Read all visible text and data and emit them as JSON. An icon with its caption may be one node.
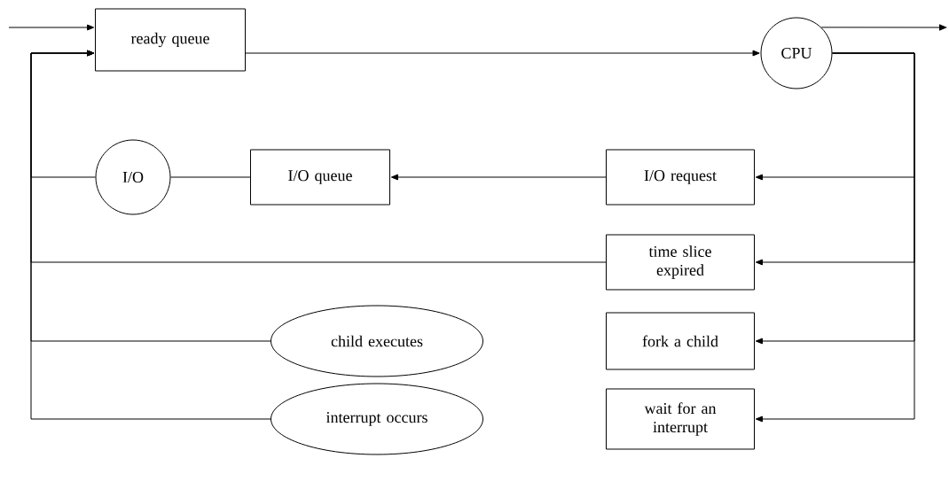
{
  "diagram": {
    "nodes": [
      {
        "text": [
          "ready  queue"
        ]
      },
      {
        "text": [
          "CPU"
        ]
      },
      {
        "text": [
          "I/O"
        ]
      },
      {
        "text": [
          "I/O queue"
        ]
      },
      {
        "text": [
          "I/O request"
        ]
      },
      {
        "text": [
          "time slice expired"
        ]
      },
      {
        "text": [
          "child executes"
        ]
      },
      {
        "text": [
          "fork a child"
        ]
      },
      {
        "text": [
          "interrupt occurs"
        ]
      },
      {
        "text": [
          "wait for an interrupt"
        ]
      }
    ],
    "edges": [
      {
        "from": null,
        "to": 0,
        "arrow": "to"
      },
      {
        "from": 0,
        "to": 1,
        "arrow": "to"
      },
      {
        "from": 1,
        "to": null,
        "arrow": "to"
      },
      {
        "from": 1,
        "to": 4,
        "arrow": "to"
      },
      {
        "from": 1,
        "to": 5,
        "arrow": "to"
      },
      {
        "from": 1,
        "to": 7,
        "arrow": "to"
      },
      {
        "from": 1,
        "to": 9,
        "arrow": "to"
      },
      {
        "from": 4,
        "to": 3,
        "arrow": "to"
      },
      {
        "from": 3,
        "to": 2,
        "arrow": "none"
      },
      {
        "from": 2,
        "to": 0,
        "arrow": "to"
      },
      {
        "from": 5,
        "to": 0,
        "arrow": "to"
      },
      {
        "from": 6,
        "to": 0,
        "arrow": "to"
      },
      {
        "from": 8,
        "to": 0,
        "arrow": "to"
      }
    ]
  }
}
